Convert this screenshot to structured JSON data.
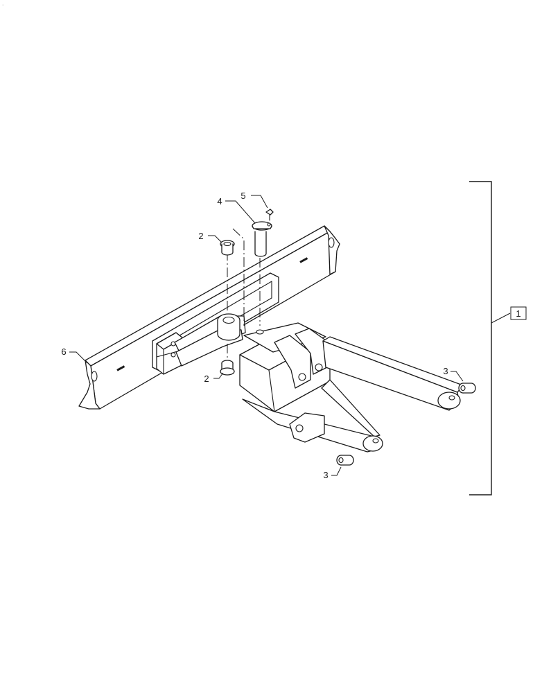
{
  "callouts": {
    "assembly": "1",
    "bushing_top": "2",
    "bushing_bottom": "2",
    "bushing_right": "3",
    "bushing_left": "3",
    "pin": "4",
    "bolt": "5",
    "frame": "6"
  }
}
